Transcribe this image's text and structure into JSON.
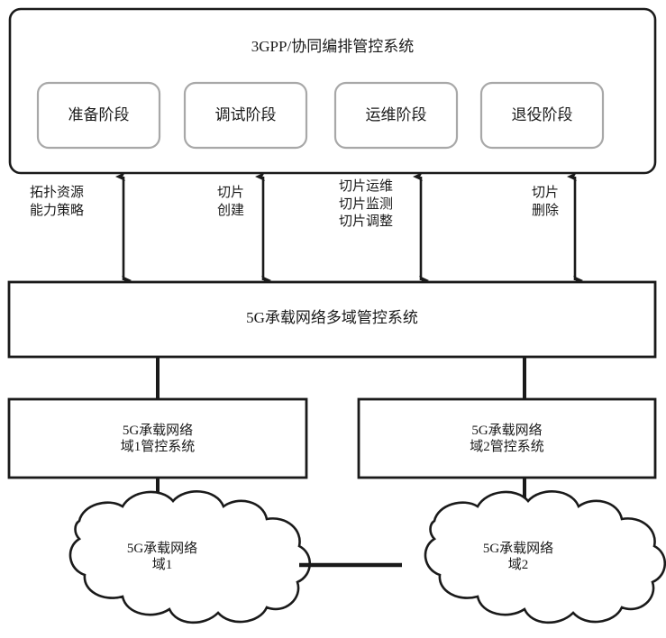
{
  "diagram": {
    "title": "3GPP/协同编排管控系统",
    "orchestration_panel": {
      "label": "3GPP/协同编排管控系统",
      "stages": [
        {
          "label": "准备阶段"
        },
        {
          "label": "调试阶段"
        },
        {
          "label": "运维阶段"
        },
        {
          "label": "退役阶段"
        }
      ]
    },
    "flows": [
      {
        "label": "拓扑资源\n能力策略",
        "arrow": "double-headed-vertical-arrow"
      },
      {
        "label": "切片\n创建",
        "arrow": "double-headed-vertical-arrow"
      },
      {
        "label": "切片运维\n切片监测\n切片调整",
        "arrow": "double-headed-vertical-arrow"
      },
      {
        "label": "切片\n删除",
        "arrow": "double-headed-vertical-arrow"
      }
    ],
    "multi_domain_controller": {
      "label": "5G承载网络多域管控系统"
    },
    "domain_controllers": [
      {
        "label": "5G承载网络\n域1管控系统"
      },
      {
        "label": "5G承载网络\n域2管控系统"
      }
    ],
    "network_clouds": [
      {
        "label": "5G承载网络\n域1"
      },
      {
        "label": "5G承载网络\n域2"
      }
    ],
    "colors": {
      "stroke": "#1a1a1a",
      "stage_border": "#a8a8a8",
      "background": "#ffffff",
      "text": "#1a1a1a"
    }
  }
}
